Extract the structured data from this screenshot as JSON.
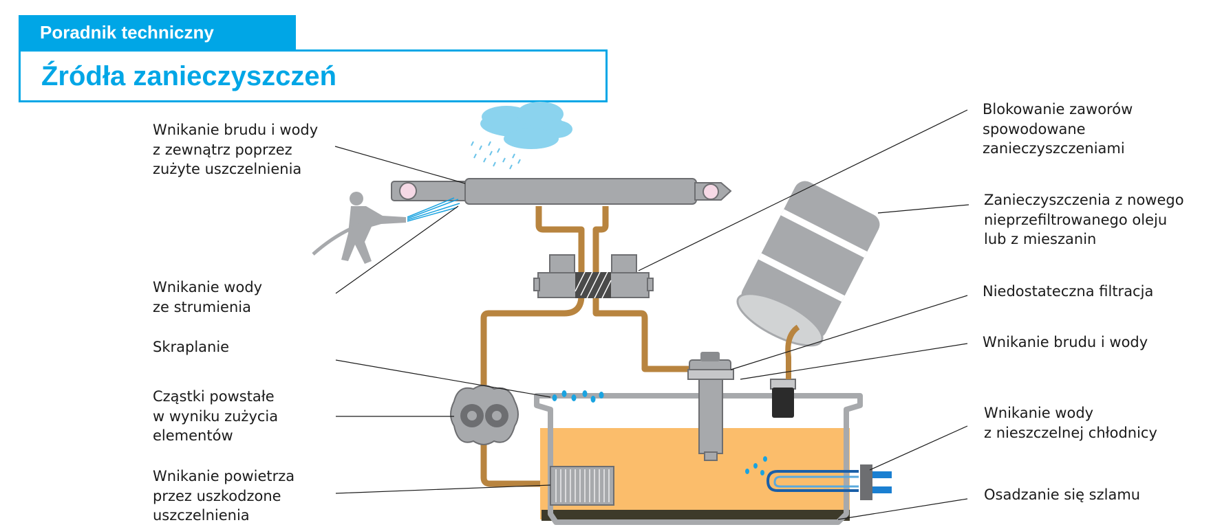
{
  "header": {
    "tab_label": "Poradnik techniczny",
    "title": "Źródła zanieczyszczeń"
  },
  "labels": {
    "dirt_water_seals": "Wnikanie brudu i wody\nz zewnątrz poprzez\nzużyte uszczelnienia",
    "water_jet": "Wnikanie wody\nze strumienia",
    "condensation": "Skraplanie",
    "wear_particles": "Cząstki powstałe\nw wyniku zużycia\nelementów",
    "air_ingress": "Wnikanie powietrza\nprzez uszkodzone\nuszczelnienia",
    "valve_blocking": "Blokowanie zaworów\nspowodowane\nzanieczyszczeniami",
    "new_oil": "Zanieczyszczenia z nowego\nnieprzefiltrowanego oleju\nlub z mieszanin",
    "insufficient_filtration": "Niedostateczna filtracja",
    "dirt_water": "Wnikanie brudu i wody",
    "cooler_leak": "Wnikanie wody\nz nieszczelnej chłodnicy",
    "sludge": "Osadzanie się szlamu"
  },
  "colors": {
    "accent": "#00a6e6",
    "oil": "#fbbd6b",
    "pipe": "#b8843f",
    "metal": "#a7a9ac",
    "water": "#1aa3e0",
    "sludge": "#3d3a2a"
  }
}
